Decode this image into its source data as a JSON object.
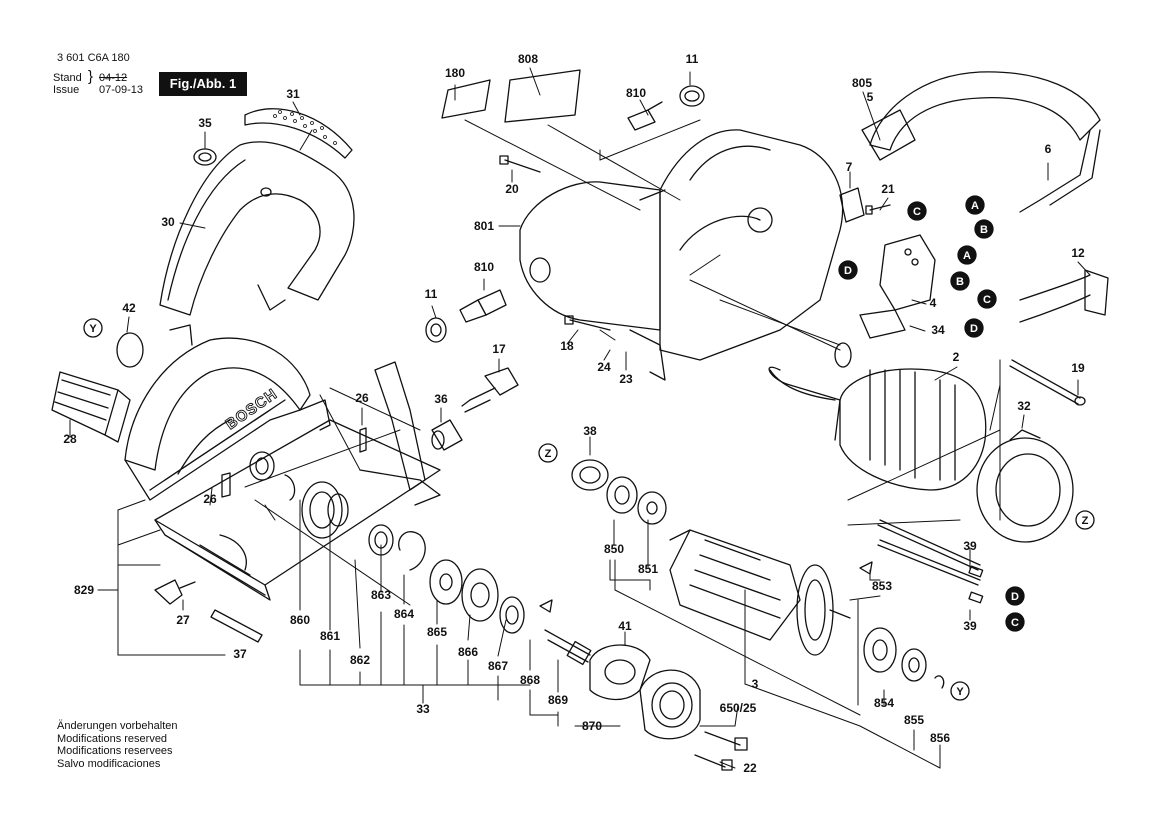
{
  "header": {
    "part_number": "3 601 C6A 180",
    "stand_label": "Stand",
    "issue_label": "Issue",
    "stand_date": "04-12",
    "issue_date": "07-09-13",
    "figure_badge": "Fig./Abb. 1"
  },
  "notes": [
    "Änderungen vorbehalten",
    "Modifications reserved",
    "Modifications reservees",
    "Salvo modificaciones"
  ],
  "part_labels": [
    {
      "id": "180",
      "text": "180"
    },
    {
      "id": "808",
      "text": "808"
    },
    {
      "id": "11a",
      "text": "11"
    },
    {
      "id": "810a",
      "text": "810"
    },
    {
      "id": "805",
      "text": "805"
    },
    {
      "id": "5",
      "text": "5"
    },
    {
      "id": "6",
      "text": "6"
    },
    {
      "id": "7",
      "text": "7"
    },
    {
      "id": "21",
      "text": "21"
    },
    {
      "id": "20",
      "text": "20"
    },
    {
      "id": "801",
      "text": "801"
    },
    {
      "id": "810b",
      "text": "810"
    },
    {
      "id": "11b",
      "text": "11"
    },
    {
      "id": "18",
      "text": "18"
    },
    {
      "id": "24",
      "text": "24"
    },
    {
      "id": "23",
      "text": "23"
    },
    {
      "id": "4",
      "text": "4"
    },
    {
      "id": "34",
      "text": "34"
    },
    {
      "id": "12",
      "text": "12"
    },
    {
      "id": "2",
      "text": "2"
    },
    {
      "id": "19",
      "text": "19"
    },
    {
      "id": "32",
      "text": "32"
    },
    {
      "id": "31",
      "text": "31"
    },
    {
      "id": "35",
      "text": "35"
    },
    {
      "id": "30",
      "text": "30"
    },
    {
      "id": "42",
      "text": "42"
    },
    {
      "id": "28",
      "text": "28"
    },
    {
      "id": "26a",
      "text": "26"
    },
    {
      "id": "26b",
      "text": "26"
    },
    {
      "id": "17",
      "text": "17"
    },
    {
      "id": "36",
      "text": "36"
    },
    {
      "id": "38",
      "text": "38"
    },
    {
      "id": "850",
      "text": "850"
    },
    {
      "id": "851",
      "text": "851"
    },
    {
      "id": "39a",
      "text": "39"
    },
    {
      "id": "39b",
      "text": "39"
    },
    {
      "id": "853",
      "text": "853"
    },
    {
      "id": "829",
      "text": "829"
    },
    {
      "id": "27",
      "text": "27"
    },
    {
      "id": "37",
      "text": "37"
    },
    {
      "id": "860",
      "text": "860"
    },
    {
      "id": "861",
      "text": "861"
    },
    {
      "id": "862",
      "text": "862"
    },
    {
      "id": "863",
      "text": "863"
    },
    {
      "id": "864",
      "text": "864"
    },
    {
      "id": "865",
      "text": "865"
    },
    {
      "id": "866",
      "text": "866"
    },
    {
      "id": "867",
      "text": "867"
    },
    {
      "id": "868",
      "text": "868"
    },
    {
      "id": "869",
      "text": "869"
    },
    {
      "id": "41",
      "text": "41"
    },
    {
      "id": "33",
      "text": "33"
    },
    {
      "id": "870",
      "text": "870"
    },
    {
      "id": "650_25",
      "text": "650/25"
    },
    {
      "id": "22",
      "text": "22"
    },
    {
      "id": "3",
      "text": "3"
    },
    {
      "id": "854",
      "text": "854"
    },
    {
      "id": "855",
      "text": "855"
    },
    {
      "id": "856",
      "text": "856"
    }
  ],
  "circle_markers": [
    {
      "id": "A1",
      "text": "A",
      "style": "filled"
    },
    {
      "id": "B1",
      "text": "B",
      "style": "filled"
    },
    {
      "id": "C1",
      "text": "C",
      "style": "filled"
    },
    {
      "id": "A2",
      "text": "A",
      "style": "filled"
    },
    {
      "id": "D1",
      "text": "D",
      "style": "filled"
    },
    {
      "id": "B2",
      "text": "B",
      "style": "filled"
    },
    {
      "id": "C2",
      "text": "C",
      "style": "filled"
    },
    {
      "id": "D2",
      "text": "D",
      "style": "filled"
    },
    {
      "id": "D3",
      "text": "D",
      "style": "filled"
    },
    {
      "id": "C3",
      "text": "C",
      "style": "filled"
    },
    {
      "id": "Y1",
      "text": "Y",
      "style": "outline"
    },
    {
      "id": "Y2",
      "text": "Y",
      "style": "outline"
    },
    {
      "id": "Z1",
      "text": "Z",
      "style": "outline"
    },
    {
      "id": "Z2",
      "text": "Z",
      "style": "outline"
    }
  ],
  "brand_text": "BOSCH",
  "colors": {
    "line": "#111111",
    "background": "#ffffff"
  }
}
